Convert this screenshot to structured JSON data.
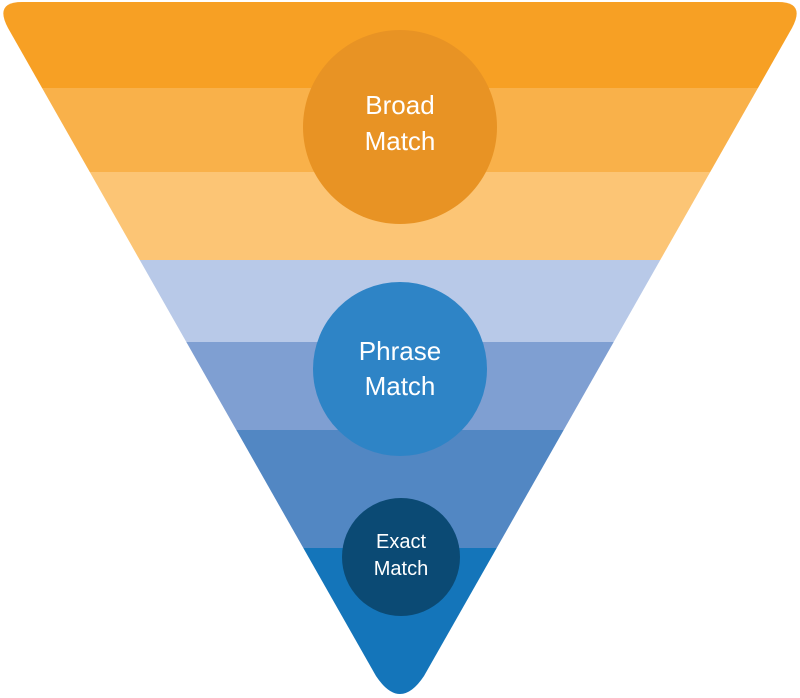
{
  "diagram": {
    "title": "",
    "bands": [
      {
        "color": "#f7a024"
      },
      {
        "color": "#f9b14a"
      },
      {
        "color": "#fcc575"
      },
      {
        "color": "#b8c9e8"
      },
      {
        "color": "#7f9fd2"
      },
      {
        "color": "#5287c3"
      },
      {
        "color": "#1475ba"
      }
    ],
    "circles": [
      {
        "line1": "Broad",
        "line2": "Match",
        "color": "#e89324"
      },
      {
        "line1": "Phrase",
        "line2": "Match",
        "color": "#2e84c6"
      },
      {
        "line1": "Exact",
        "line2": "Match",
        "color": "#0b4a74"
      }
    ]
  }
}
